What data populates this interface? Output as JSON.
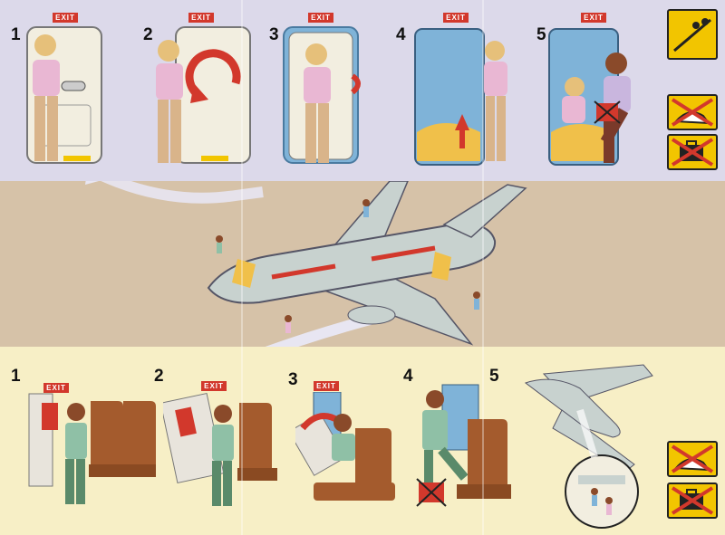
{
  "exit_label": "EXIT",
  "door_steps": [
    "1",
    "2",
    "3",
    "4",
    "5"
  ],
  "window_steps": [
    "1",
    "2",
    "3",
    "4",
    "5"
  ],
  "colors": {
    "top_band": "#dcd9ea",
    "middle_band": "#d6c2a8",
    "bottom_band": "#f7efc6",
    "exit_red": "#d2382c",
    "sign_yellow": "#f2c500",
    "aircraft": "#c8d2cf",
    "shirt_pink": "#e9b7d3",
    "shirt_green": "#8fc0a6",
    "seat_brown": "#a45b2d"
  },
  "icons": {
    "door_instructions": [
      "slide-jump-icon",
      "no-high-heels-icon",
      "no-baggage-icon"
    ],
    "window_instructions": [
      "no-high-heels-icon",
      "no-baggage-icon"
    ]
  }
}
